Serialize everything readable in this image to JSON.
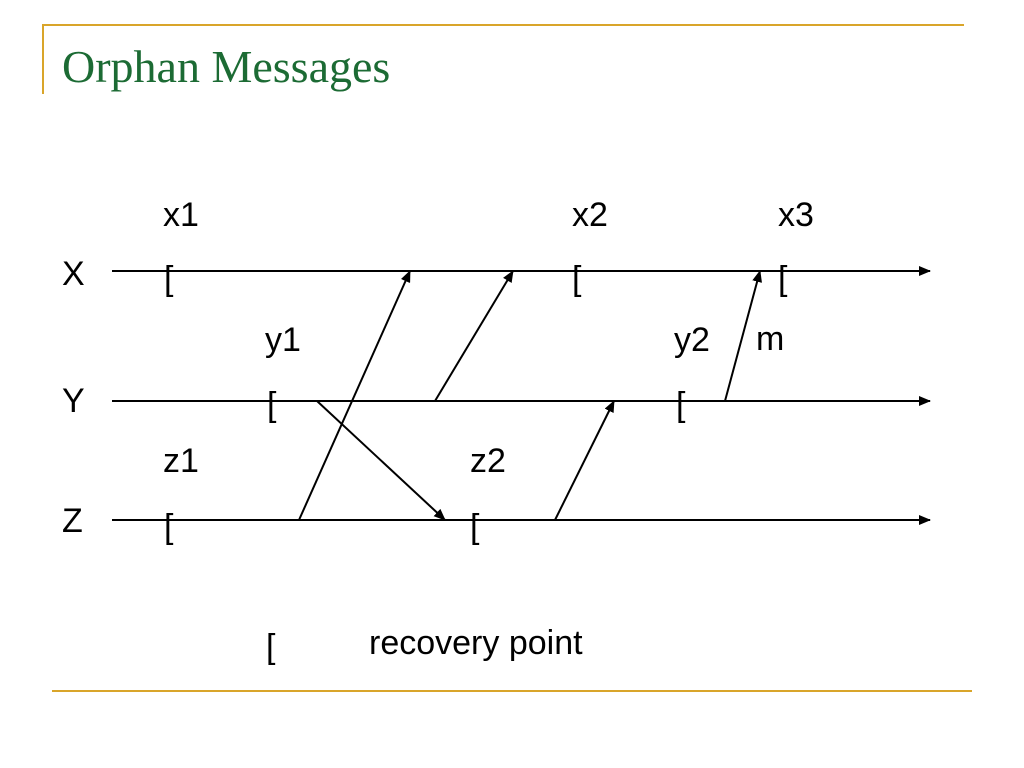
{
  "slide": {
    "title": "Orphan Messages"
  },
  "diagram": {
    "processes": [
      {
        "id": "X",
        "label": "X"
      },
      {
        "id": "Y",
        "label": "Y"
      },
      {
        "id": "Z",
        "label": "Z"
      }
    ],
    "checkpoints": [
      {
        "id": "x1",
        "label": "x1",
        "process": "X"
      },
      {
        "id": "x2",
        "label": "x2",
        "process": "X"
      },
      {
        "id": "x3",
        "label": "x3",
        "process": "X"
      },
      {
        "id": "y1",
        "label": "y1",
        "process": "Y"
      },
      {
        "id": "y2",
        "label": "y2",
        "process": "Y"
      },
      {
        "id": "z1",
        "label": "z1",
        "process": "Z"
      },
      {
        "id": "z2",
        "label": "z2",
        "process": "Z"
      }
    ],
    "checkpoint_symbol": "[",
    "messages": [
      {
        "from": "Z",
        "to": "X"
      },
      {
        "from": "Y",
        "to": "X"
      },
      {
        "from": "Y",
        "to": "Z"
      },
      {
        "from": "Z",
        "to": "Y"
      },
      {
        "from": "Y",
        "to": "X",
        "label": "m"
      }
    ],
    "legend": {
      "symbol": "[",
      "text": "recovery point"
    }
  }
}
